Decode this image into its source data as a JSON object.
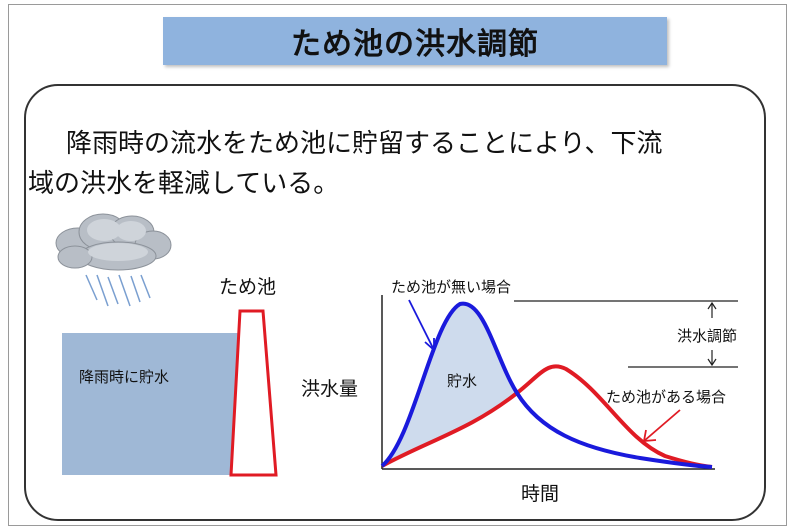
{
  "title": "ため池の洪水調節",
  "description": {
    "line1": "降雨時の流水をため池に貯留することにより、下流",
    "line2": "域の洪水を軽減している。"
  },
  "left_figure": {
    "pond_label": "ため池",
    "stored_label": "降雨時に貯水"
  },
  "graph": {
    "y_label": "洪水量",
    "x_label": "時間",
    "series_without": "ため池が無い場合",
    "series_with": "ため池がある場合",
    "stored_area": "貯水",
    "reduction": "洪水調節"
  },
  "colors": {
    "title_bg": "#8fb3de",
    "water": "#9fb8d6",
    "without_pond": "#1a1adc",
    "with_pond": "#e01b24",
    "rain": "#7a9fd0"
  },
  "icons": [
    "cloud-icon",
    "rain-icon"
  ]
}
